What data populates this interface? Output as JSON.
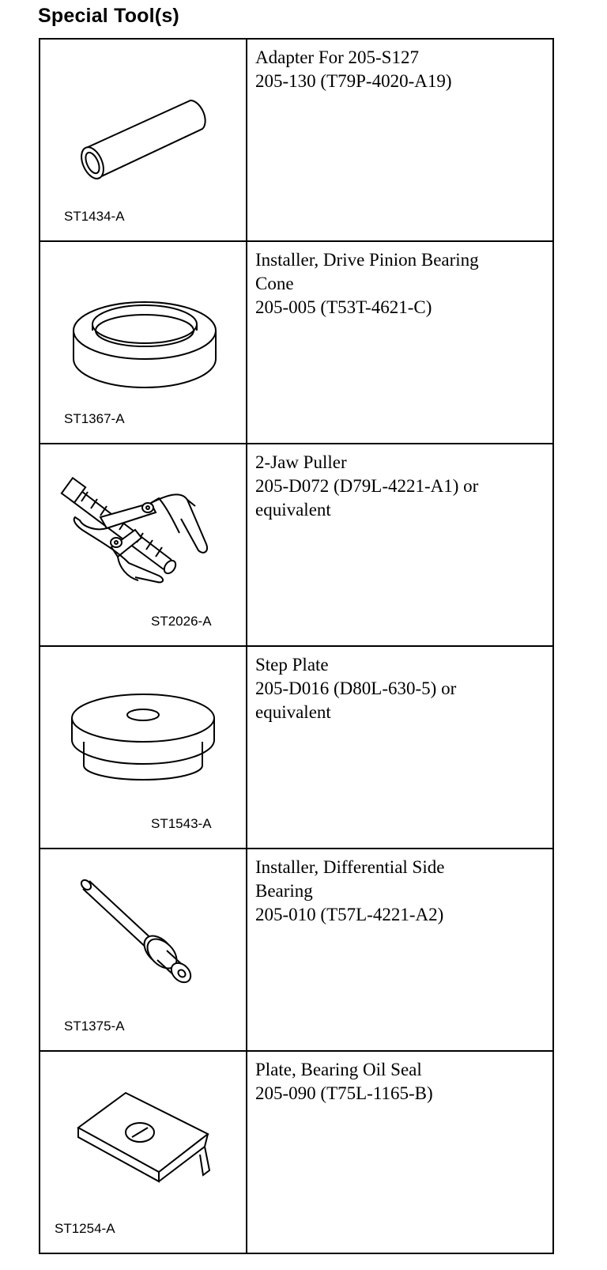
{
  "heading": "Special Tool(s)",
  "tools": [
    {
      "code": "ST1434-A",
      "lines": [
        "Adapter For 205-S127",
        "205-130 (T79P-4020-A19)"
      ]
    },
    {
      "code": "ST1367-A",
      "lines": [
        "Installer, Drive Pinion Bearing",
        "Cone",
        "205-005 (T53T-4621-C)"
      ]
    },
    {
      "code": "ST2026-A",
      "lines": [
        "2-Jaw Puller",
        "205-D072 (D79L-4221-A1) or",
        "equivalent"
      ]
    },
    {
      "code": "ST1543-A",
      "lines": [
        "Step Plate",
        "205-D016 (D80L-630-5) or",
        "equivalent"
      ]
    },
    {
      "code": "ST1375-A",
      "lines": [
        "Installer, Differential Side",
        "Bearing",
        "205-010 (T57L-4221-A2)"
      ]
    },
    {
      "code": "ST1254-A",
      "lines": [
        "Plate, Bearing Oil Seal",
        "205-090 (T75L-1165-B)"
      ]
    }
  ]
}
